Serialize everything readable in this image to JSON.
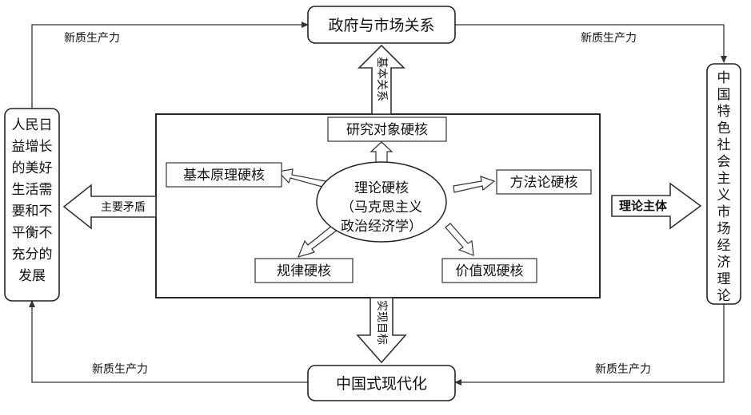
{
  "top_box": "政府与市场关系",
  "bottom_box": "中国式现代化",
  "left_box": [
    "人民日",
    "益增长",
    "的美好",
    "生活需",
    "要和不",
    "平衡不",
    "充分的",
    "发展"
  ],
  "right_box": [
    "中",
    "国",
    "特",
    "色",
    "社",
    "会",
    "主",
    "义",
    "市",
    "场",
    "经",
    "济",
    "理",
    "论"
  ],
  "loop_labels": {
    "top_left": "新质生产力",
    "top_right": "新质生产力",
    "bottom_left": "新质生产力",
    "bottom_right": "新质生产力"
  },
  "arrow_labels": {
    "up": "基本关系",
    "down": "实现目标",
    "left": "主要矛盾",
    "right": "理论主体"
  },
  "center": {
    "title": "理论硬核",
    "line2": "（马克思主义",
    "line3": "政治经济学）"
  },
  "satellites": {
    "top": "研究对象硬核",
    "left": "基本原理硬核",
    "right": "方法论硬核",
    "bottom_left": "规律硬核",
    "bottom_right": "价值观硬核"
  }
}
